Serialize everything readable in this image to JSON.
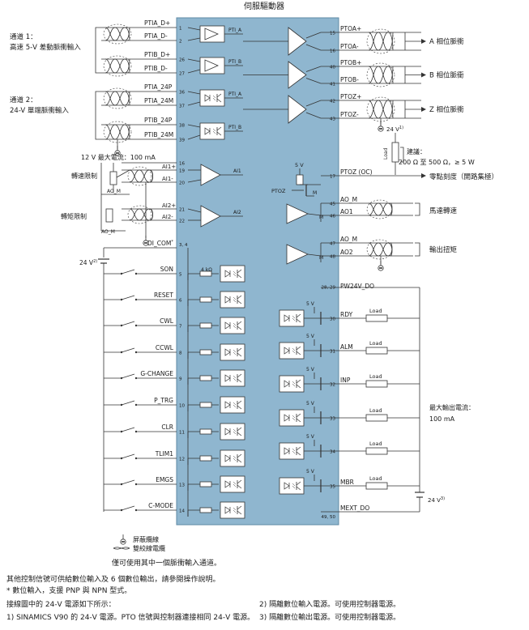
{
  "title": "伺服驅動器",
  "left": {
    "channel1_title": "通道 1：",
    "channel1_desc": "高速 5-V 差動脈衝輸入",
    "channel2_title": "通道 2：",
    "channel2_desc": "24-V 單端脈衝輸入",
    "max_current": "12 V 最大電流：100 mA",
    "speed_limit": "轉速限制",
    "torque_limit": "轉矩限制",
    "ao_m": "AO_M",
    "supply_24v": "24 V",
    "supply_24v_sup": "2)"
  },
  "signals_in": [
    {
      "name": "PTIA_D+",
      "pin": "1"
    },
    {
      "name": "PTIA_D-",
      "pin": "2"
    },
    {
      "name": "PTIB_D+",
      "pin": "26"
    },
    {
      "name": "PTIB_D-",
      "pin": "27"
    },
    {
      "name": "PTIA_24P",
      "pin": "36"
    },
    {
      "name": "PTIA_24M",
      "pin": "37"
    },
    {
      "name": "PTIB_24P",
      "pin": "38"
    },
    {
      "name": "PTIB_24M",
      "pin": "39"
    }
  ],
  "block_labels": {
    "pti_a": "PTI_A",
    "pti_b": "PTI_B",
    "ai1": "AI1",
    "ai2": "AI2",
    "r4k": "4 kΩ"
  },
  "analog_in": [
    {
      "name": "",
      "pin": "16"
    },
    {
      "name": "AI1+",
      "pin": "19"
    },
    {
      "name": "AI1-",
      "pin": "20"
    },
    {
      "name": "AI2+",
      "pin": "21"
    },
    {
      "name": "AI2-",
      "pin": "22"
    }
  ],
  "di_com": {
    "name": "DI_COM",
    "sup": "*",
    "pins": "3, 4"
  },
  "digital_in": [
    {
      "name": "SON",
      "pin": "5"
    },
    {
      "name": "RESET",
      "pin": "6"
    },
    {
      "name": "CWL",
      "pin": "7"
    },
    {
      "name": "CCWL",
      "pin": "8"
    },
    {
      "name": "G-CHANGE",
      "pin": "9"
    },
    {
      "name": "P_TRG",
      "pin": "10"
    },
    {
      "name": "CLR",
      "pin": "11"
    },
    {
      "name": "TLIM1",
      "pin": "12"
    },
    {
      "name": "EMGS",
      "pin": "13"
    },
    {
      "name": "C-MODE",
      "pin": "14"
    }
  ],
  "pto_out": [
    {
      "pin": "15",
      "name": "PTOA+"
    },
    {
      "pin": "16",
      "name": "PTOA-"
    },
    {
      "pin": "40",
      "name": "PTOB+"
    },
    {
      "pin": "41",
      "name": "PTOB-"
    },
    {
      "pin": "42",
      "name": "PTOZ+"
    },
    {
      "pin": "43",
      "name": "PTOZ-"
    }
  ],
  "pulse_labels": [
    "A 相位脈衝",
    "B 相位脈衝",
    "Z 相位脈衝"
  ],
  "right": {
    "v24": "24 V",
    "v24_sup": "1)",
    "load": "Load",
    "recommend_title": "建議：",
    "recommend_value": "200 Ω 至 500 Ω，≥ 5 W",
    "v5": "5 V",
    "ptoz_oc_pin": "17",
    "ptoz_oc": "PTOZ (OC)",
    "ptoz": "PTOZ",
    "m": "M",
    "zero_mark": "零點刻度（開路集極）",
    "motor_speed": "馬達轉速",
    "output_torque": "輸出扭矩",
    "pw24v_pins": "28, 29",
    "pw24v": "PW24V_DO",
    "max_out_title": "最大輸出電流：",
    "max_out_value": "100 mA",
    "supply_24v": "24 V",
    "supply_24v_sup": "3)",
    "mext_pins": "49, 50",
    "mext": "MEXT_DO"
  },
  "analog_out": [
    {
      "pin": "45",
      "name": "AO_M"
    },
    {
      "pin": "46",
      "name": "AO1"
    },
    {
      "pin": "47",
      "name": "AO_M"
    },
    {
      "pin": "48",
      "name": "AO2"
    }
  ],
  "digital_out": [
    {
      "pin": "30",
      "name": "RDY"
    },
    {
      "pin": "31",
      "name": "ALM"
    },
    {
      "pin": "32",
      "name": "INP"
    },
    {
      "pin": "33",
      "name": ""
    },
    {
      "pin": "34",
      "name": ""
    },
    {
      "pin": "35",
      "name": "MBR"
    }
  ],
  "legend": {
    "shield": "屏蔽纜線",
    "twisted": "雙絞線電纜"
  },
  "notes": {
    "only_one": "僅可使用其中一個脈衝輸入通道。",
    "other": "其他控制信號可供給數位輸入及 6 個數位輸出，請參閱操作說明。",
    "star": "* 數位輸入，支援 PNP 與 NPN 型式。",
    "power_intro": "接線圖中的 24-V 電源如下所示：",
    "n1": "1) SINAMICS V90 的 24-V 電源。PTO 信號與控制器連接相同 24-V 電源。",
    "n2": "2) 隔離數位輸入電源。可使用控制器電源。",
    "n3": "3) 隔離數位輸出電源。可使用控制器電源。"
  }
}
